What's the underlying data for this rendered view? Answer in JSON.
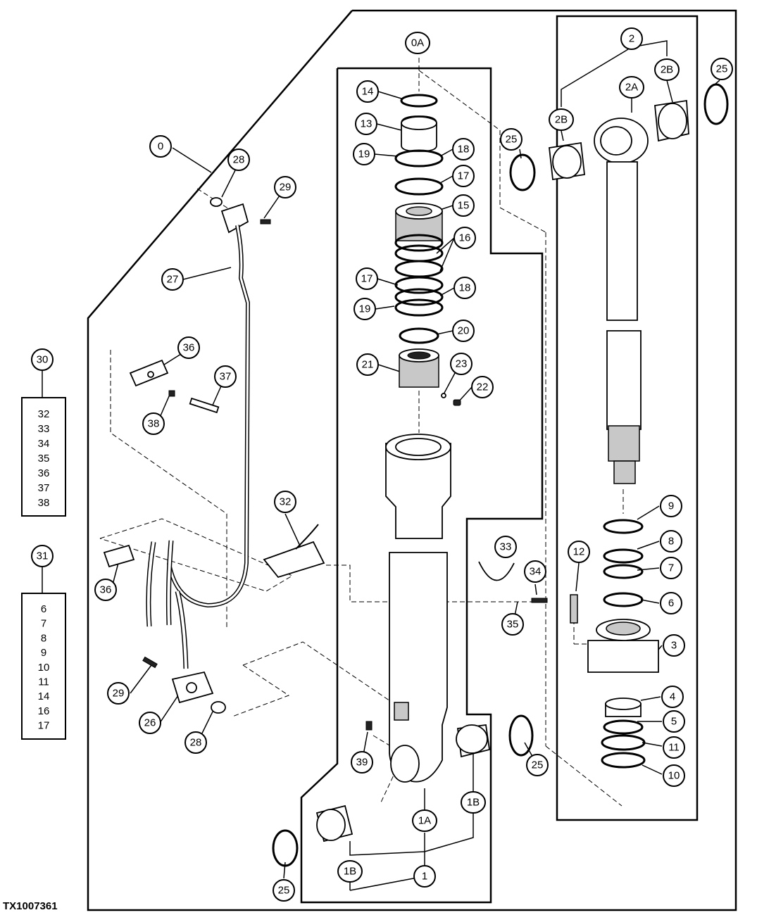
{
  "figure_id": "TX1007361",
  "callouts": {
    "c0": "0",
    "c0A": "0A",
    "c1": "1",
    "c1A": "1A",
    "c1B_left": "1B",
    "c1B_right": "1B",
    "c2": "2",
    "c2A": "2A",
    "c2B_left": "2B",
    "c2B_right": "2B",
    "c3": "3",
    "c4": "4",
    "c5": "5",
    "c6": "6",
    "c7": "7",
    "c8": "8",
    "c9": "9",
    "c10": "10",
    "c11": "11",
    "c12": "12",
    "c13": "13",
    "c14": "14",
    "c15": "15",
    "c16": "16",
    "c17a": "17",
    "c17b": "17",
    "c18a": "18",
    "c18b": "18",
    "c19a": "19",
    "c19b": "19",
    "c20": "20",
    "c21": "21",
    "c22": "22",
    "c23": "23",
    "c25a": "25",
    "c25b": "25",
    "c25c": "25",
    "c25d": "25",
    "c26": "26",
    "c27": "27",
    "c28a": "28",
    "c28b": "28",
    "c29a": "29",
    "c29b": "29",
    "c30": "30",
    "c31": "31",
    "c32": "32",
    "c33": "33",
    "c34": "34",
    "c35": "35",
    "c36a": "36",
    "c36b": "36",
    "c37": "37",
    "c38": "38",
    "c39": "39"
  },
  "kit_30": [
    "32",
    "33",
    "34",
    "35",
    "36",
    "37",
    "38"
  ],
  "kit_31": [
    "6",
    "7",
    "8",
    "9",
    "10",
    "11",
    "14",
    "16",
    "17"
  ]
}
